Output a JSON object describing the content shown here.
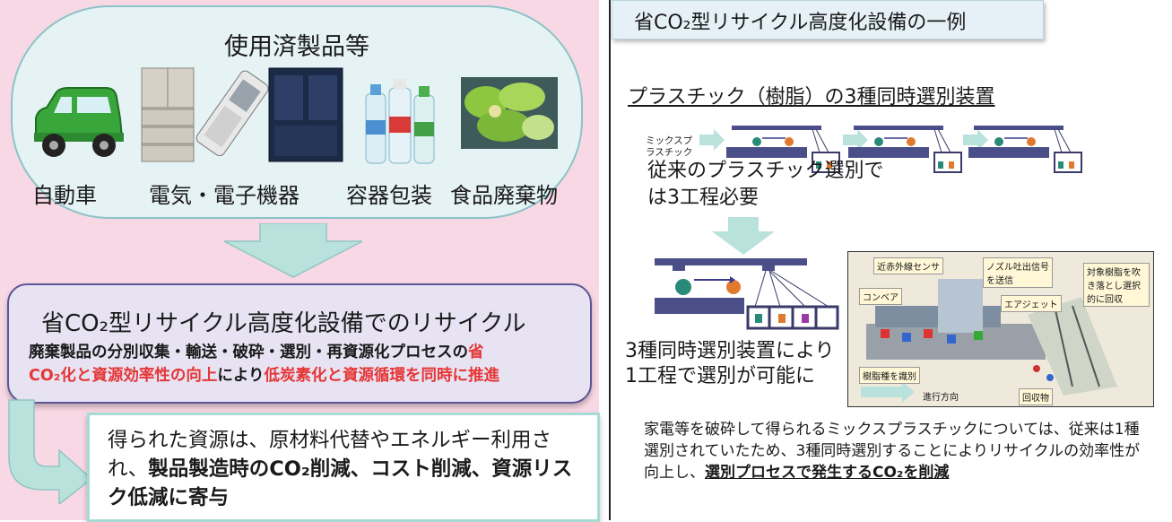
{
  "left": {
    "products": {
      "title": "使用済製品等",
      "items": [
        "自動車",
        "電気・電子機器",
        "容器包装",
        "食品廃棄物"
      ]
    },
    "recycle": {
      "title": "省CO₂型リサイクル高度化設備でのリサイクル",
      "line1_a": "廃棄製品の分別収集・輸送・破砕・選別・再資源化プロセスの",
      "line1_b": "省",
      "line2_a": "CO₂化と資源効率性の向上",
      "line2_b": "により",
      "line2_c": "低炭素化と資源循環を同時に推進"
    },
    "result": {
      "plain": "得られた資源は、原材料代替やエネルギー利用され、",
      "bold": "製品製造時のCO₂削減、コスト削減、資源リスク低減に寄与"
    }
  },
  "right": {
    "header": "省CO₂型リサイクル高度化設備の一例",
    "section_title": "プラスチック（樹脂）の3種同時選別装置",
    "mix_label_1": "ミックスプ",
    "mix_label_2": "ラスチック",
    "conventional_1": "従来のプラスチック選別で",
    "conventional_2": "は3工程必要",
    "new_1": "3種同時選別装置により",
    "new_2": "1工程で選別が可能に",
    "photo_labels": {
      "sensor": "近赤外線センサ",
      "nozzle": "ノズル吐出信号を送信",
      "conveyor": "コンベア",
      "airjet": "エアジェット",
      "target": "対象樹脂を吹き落とし選択的に回収",
      "identify": "樹脂種を識別",
      "direction": "進行方向",
      "collector": "回収物"
    },
    "bottom_plain": "家電等を破砕して得られるミックスプラスチックについては、従来は1種選別されていたため、3種同時選別することによりリサイクルの効率性が向上し、",
    "bottom_bold": "選別プロセスで発生するCO₂を削減"
  }
}
